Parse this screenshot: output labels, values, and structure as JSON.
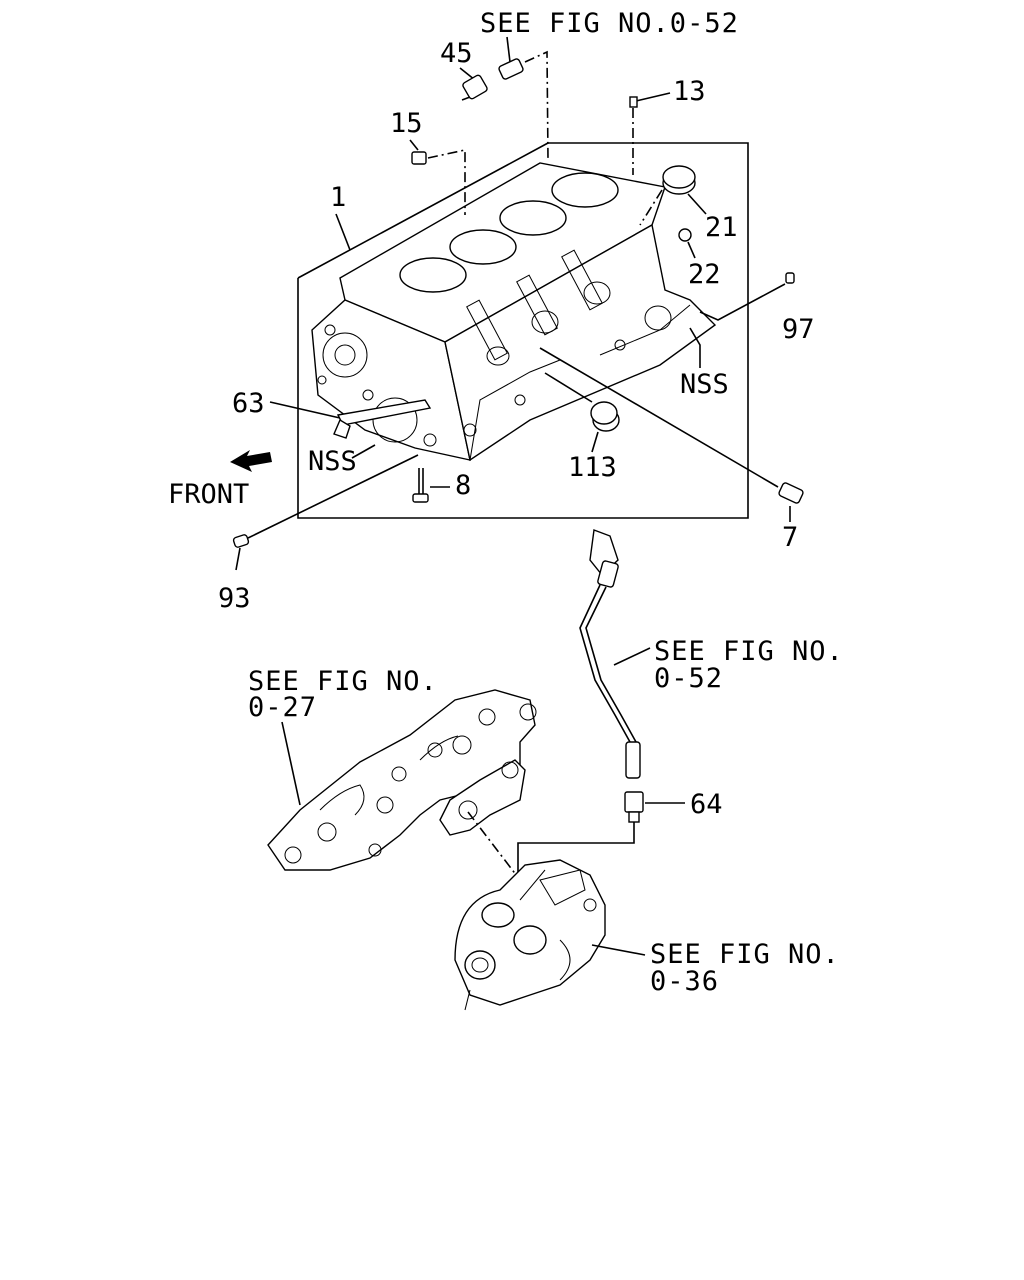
{
  "diagram": {
    "front_label": "FRONT",
    "callouts": {
      "c1": "1",
      "c7": "7",
      "c8": "8",
      "c13": "13",
      "c15": "15",
      "c21": "21",
      "c22": "22",
      "c45": "45",
      "c63": "63",
      "c64": "64",
      "c93": "93",
      "c97": "97",
      "c113": "113",
      "nss_left": "NSS",
      "nss_right": "NSS"
    },
    "references": {
      "top": "SEE FIG NO.0-52",
      "mid_line1": "SEE FIG NO.",
      "mid_line2": "0-52",
      "left_line1": "SEE FIG NO.",
      "left_line2": "0-27",
      "bottom_line1": "SEE FIG NO.",
      "bottom_line2": "0-36"
    },
    "icons": [
      "front-arrow-icon"
    ]
  }
}
